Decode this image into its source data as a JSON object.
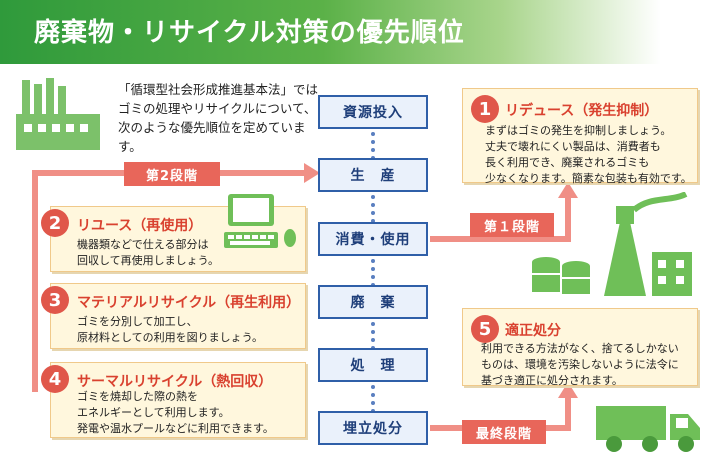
{
  "title": "廃棄物・リサイクル対策の優先順位",
  "intro": "「循環型社会形成推進基本法」ではゴミの処理やリサイクルについて、次のような優先順位を定めています。",
  "flow": [
    "資源投入",
    "生　産",
    "消費・使用",
    "廃　棄",
    "処　理",
    "埋立処分"
  ],
  "stage_labels": {
    "stage1": "第１段階",
    "stage2": "第2段階",
    "final": "最終段階"
  },
  "cards": {
    "c1": {
      "number": "1",
      "title": "リデュース（発生抑制）",
      "lines": [
        "まずはゴミの発生を抑制しましょう。",
        "丈夫で壊れにくい製品は、消費者も",
        "長く利用でき、廃棄されるゴミも",
        "少なくなります。簡素な包装も有効です。"
      ]
    },
    "c2": {
      "number": "2",
      "title": "リユース（再使用）",
      "lines": [
        "機器類などで仕える部分は",
        "回収して再使用しましょう。"
      ]
    },
    "c3": {
      "number": "3",
      "title": "マテリアルリサイクル（再生利用）",
      "lines": [
        "ゴミを分別して加工し、",
        "原材料としての利用を図りましょう。"
      ]
    },
    "c4": {
      "number": "4",
      "title": "サーマルリサイクル（熱回収）",
      "lines": [
        "ゴミを焼却した際の熱を",
        "エネルギーとして利用します。",
        "発電や温水プールなどに利用できます。"
      ]
    },
    "c5": {
      "number": "5",
      "title": "適正処分",
      "lines": [
        "利用できる方法がなく、捨てるしかない",
        "ものは、環境を汚染しないように法令に",
        "基づき適正に処分されます。"
      ]
    }
  },
  "colors": {
    "green": "#4aa845",
    "blue": "#2f5fa8",
    "red": "#e0574a",
    "pink": "#f08f86",
    "card_bg": "#fff7dd"
  }
}
